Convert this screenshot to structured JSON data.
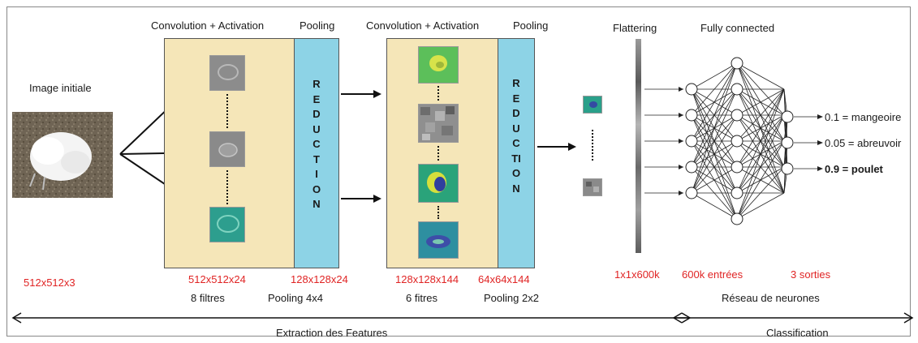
{
  "input": {
    "title": "Image initiale",
    "dims": "512x512x3"
  },
  "stage1": {
    "conv_title": "Convolution + Activation",
    "pool_title": "Pooling",
    "reduction_letters": [
      "R",
      "E",
      "D",
      "U",
      "C",
      "T",
      "I",
      "O",
      "N"
    ],
    "conv_dims": "512x512x24",
    "pool_dims": "128x128x24",
    "conv_note": "8 filtres",
    "pool_note": "Pooling 4x4"
  },
  "stage2": {
    "conv_title": "Convolution + Activation",
    "pool_title": "Pooling",
    "reduction_letters": [
      "R",
      "E",
      "D",
      "U",
      "C",
      "TI",
      "O",
      "N"
    ],
    "conv_dims": "128x128x144",
    "pool_dims": "64x64x144",
    "conv_note": "6 fitres",
    "pool_note": "Pooling 2x2"
  },
  "flatten": {
    "title": "Flattering",
    "dims": "1x1x600k"
  },
  "fc": {
    "title": "Fully connected",
    "inputs_label": "600k entrées",
    "outputs_label": "3 sorties",
    "network_label": "Réseau de neurones",
    "outputs": [
      {
        "text": "0.1 = mangeoire",
        "bold": false
      },
      {
        "text": "0.05 = abreuvoir",
        "bold": false
      },
      {
        "text": "0.9 = poulet",
        "bold": true
      }
    ]
  },
  "sections": {
    "extraction": "Extraction des Features",
    "classification": "Classification"
  },
  "colors": {
    "conv_fill": "#f5e6b8",
    "pool_fill": "#8dd3e6",
    "dims_text": "#e02424"
  }
}
